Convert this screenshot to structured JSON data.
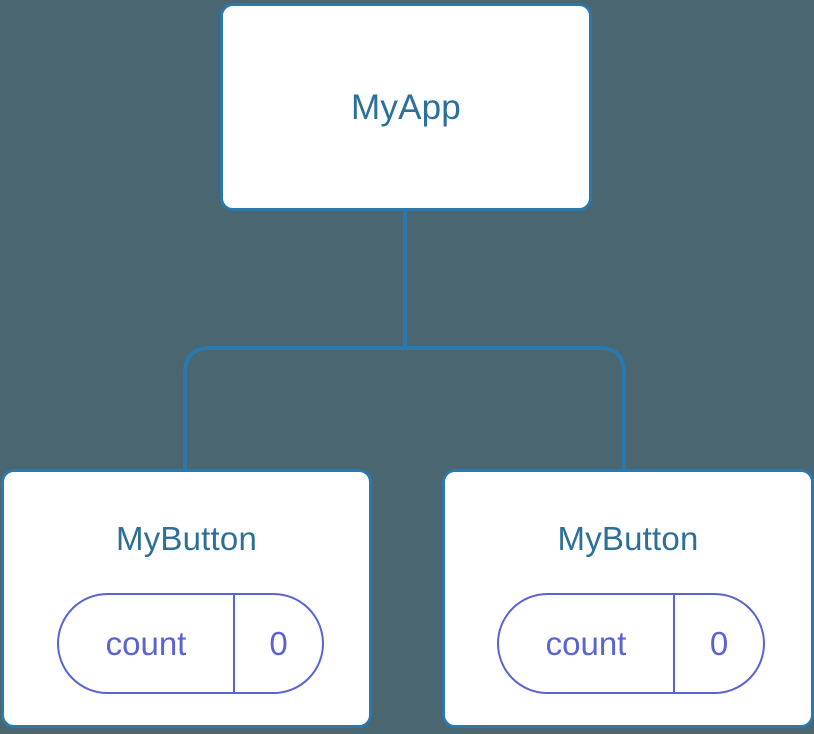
{
  "canvas": {
    "background_color": "#4a6670",
    "edge_color": "#2a78ac",
    "node_border_color": "#2a78ac",
    "node_fill_color": "#ffffff",
    "node_title_color": "#2c6f99",
    "prop_color": "#5b63d3"
  },
  "tree": {
    "root": {
      "title": "MyApp"
    },
    "children": [
      {
        "title": "MyButton",
        "prop": {
          "key": "count",
          "value": "0"
        }
      },
      {
        "title": "MyButton",
        "prop": {
          "key": "count",
          "value": "0"
        }
      }
    ]
  }
}
